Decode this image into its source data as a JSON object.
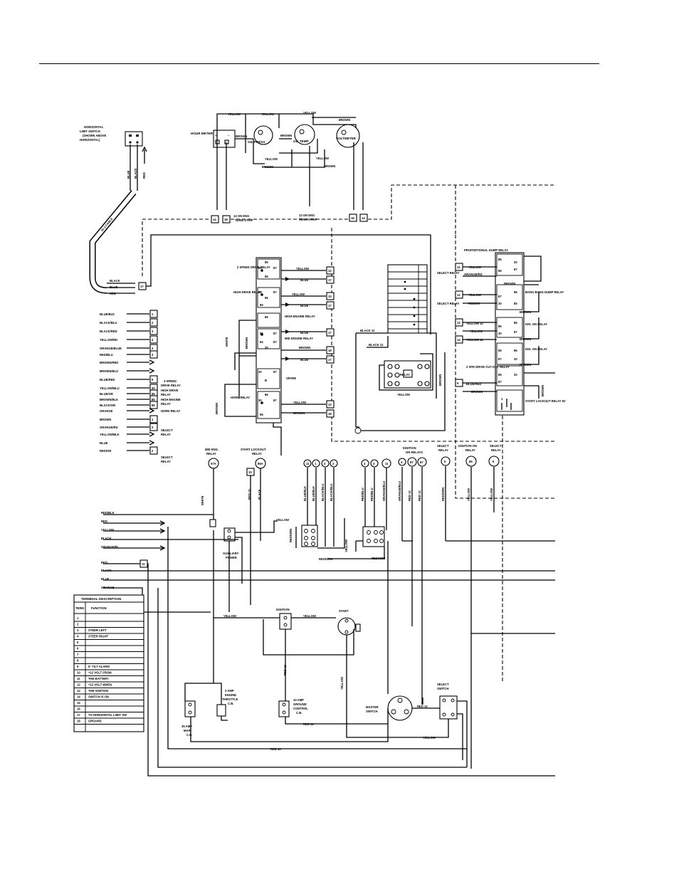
{
  "gauges": {
    "hour_meter": "HOUR METER",
    "oil_press": "OIL PRESS",
    "oil_temp": "OIL TEMP",
    "voltmeter": "VOLTMETER"
  },
  "limit_switch": {
    "title_lines": [
      "HORIZONTAL",
      "LIMIT SWITCH",
      "(SHOWN ABOVE",
      "HORIZONTAL)"
    ],
    "cable": "16 2 CABLE"
  },
  "term_strips": {
    "strip14": [
      "14 ON ENG",
      "TERM STRIP"
    ],
    "strip13": [
      "13 ON ENG",
      "TERM STRIP"
    ]
  },
  "center_relays": [
    "2 SPEED DRIVE RELAY",
    "HIGH DRIVE RELAY",
    "HIGH ENGINE RELAY",
    "MID ENGINE RELAY",
    "SPARE",
    "HORN RELAY"
  ],
  "right_relays": [
    "PROPORTIONAL DUMP RELAY",
    "SELECT RELAY",
    "SELECT RELAY",
    "BANG BANG DUMP RELAY",
    "IGN. ON RELAY",
    "IGN. ON RELAY",
    "2 SPD DRIVE CUT-OUT RELAY",
    "START LOCKOUT RELAY 6V"
  ],
  "left_wires": [
    {
      "color": "BLUE/BLK",
      "term": "1"
    },
    {
      "color": "BLACK/BLU",
      "term": "2"
    },
    {
      "color": "BLACK/RED",
      "term": "3"
    },
    {
      "color": "YELLOW/RD",
      "term": "4"
    },
    {
      "color": "ORANGE/BLUE",
      "term": "4"
    },
    {
      "color": "RED/BLU",
      "term": "3"
    },
    {
      "color": "BROWN/RED",
      "term": ""
    },
    {
      "color": "BROWN/BLU",
      "term": ""
    },
    {
      "color": "BLUE/RED",
      "term": "9"
    },
    {
      "color": "YELLOW/BLU",
      "term": "30"
    },
    {
      "color": "BLUE/OR",
      "term": "85"
    },
    {
      "color": "BROWN/BLK",
      "term": "85"
    },
    {
      "color": "BLACK/OR",
      "term": "85"
    },
    {
      "color": "ORANGE",
      "term": ""
    },
    {
      "color": "BROWN",
      "term": "1"
    },
    {
      "color": "ORANGE/RD",
      "term": "3"
    },
    {
      "color": "YELLOW/BLK",
      "term": ""
    },
    {
      "color": "BLUE",
      "term": ""
    },
    {
      "color": "RED/OR",
      "term": "2"
    }
  ],
  "bottom_labels": {
    "mid_eng_relay": [
      "MID ENG.",
      "RELAY"
    ],
    "start_lockout": [
      "START LOCKOUT",
      "RELAY"
    ],
    "ignition_on_relays": [
      "IGNITION",
      "ON RELAYS"
    ],
    "select_relay": [
      "SELECT",
      "RELAY"
    ],
    "ignition_on_relay": [
      "IGNITION ON",
      "RELAY"
    ],
    "auxiliary_power": [
      "AUXILIARY",
      "POWER"
    ],
    "ignition": "IGNITION",
    "start": "START",
    "engine_throttle": [
      "3 AMP",
      "ENGINE",
      "THROTTLE",
      "C.B."
    ],
    "ground_control": [
      "10 AMP",
      "GROUND",
      "CONTROL",
      "C.B."
    ],
    "main_cb": [
      "35 AMP",
      "MAIN",
      "C.B."
    ],
    "master_switch": [
      "MASTER",
      "SWITCH"
    ],
    "select_switch": [
      "SELECT",
      "SWITCH"
    ],
    "red12": "RED 12",
    "red10": "RED 10",
    "yellow": "YELLOW"
  },
  "terminal_table": {
    "title": "TERMINAL DESCRIPTION",
    "col_term": "TERM",
    "col_function": "FUNCTION",
    "rows": [
      {
        "term": "1",
        "function": ""
      },
      {
        "term": "2",
        "function": ""
      },
      {
        "term": "3",
        "function": "STEER LEFT"
      },
      {
        "term": "4",
        "function": "STEER RIGHT"
      },
      {
        "term": "5",
        "function": ""
      },
      {
        "term": "6",
        "function": ""
      },
      {
        "term": "7",
        "function": ""
      },
      {
        "term": "8",
        "function": ""
      },
      {
        "term": "9",
        "function": "5° TILT ALARM"
      },
      {
        "term": "10",
        "function": "+12 VOLT FROM"
      },
      {
        "term": "11",
        "function": "THE BATTERY"
      },
      {
        "term": "12",
        "function": "+12 VOLT WHEN"
      },
      {
        "term": "13",
        "function": "THE IGNITION"
      },
      {
        "term": "14",
        "function": "SWITCH IS ON"
      },
      {
        "term": "15",
        "function": ""
      },
      {
        "term": "16",
        "function": ""
      },
      {
        "term": "17",
        "function": "TO HORIZONTAL LIMIT SW"
      },
      {
        "term": "18",
        "function": "GROUND"
      }
    ]
  }
}
